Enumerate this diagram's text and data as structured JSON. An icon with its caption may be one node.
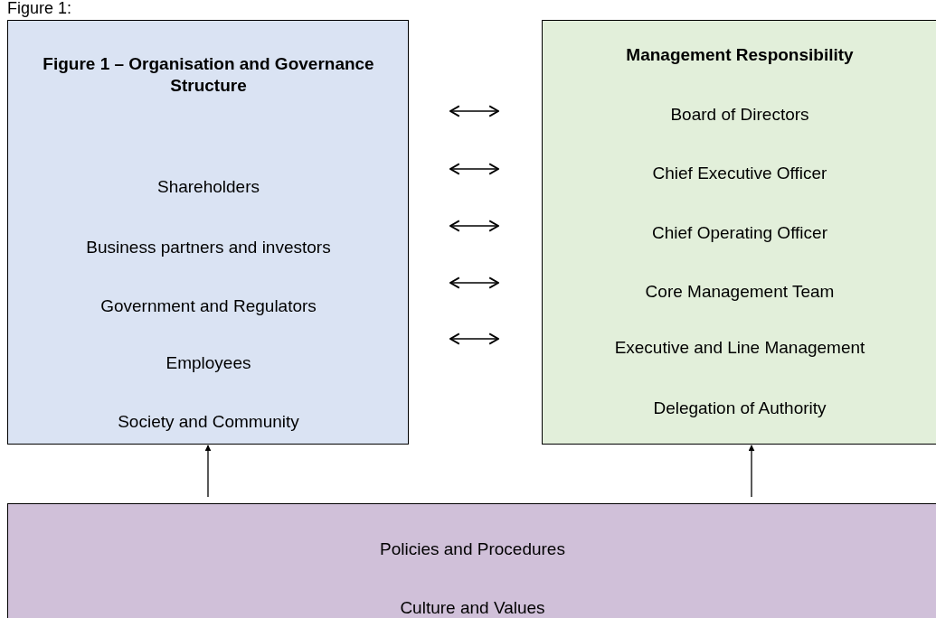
{
  "diagram": {
    "nodes": [
      {
        "text": [
          "Figure 1 – Organisation and Governance Structure",
          "Shareholders",
          "Business partners and investors",
          "Government and Regulators",
          "Employees",
          "Society and Community"
        ]
      },
      {
        "text": [
          "Management Responsibility",
          "Board of Directors",
          "Chief Executive Officer",
          "Chief Operating Officer",
          "Core Management Team",
          "Executive and Line Management",
          "Delegation of Authority"
        ]
      },
      {
        "text": [
          "Policies and Procedures",
          "Culture and Values"
        ]
      }
    ],
    "edges": [
      {
        "from": 0,
        "to": 1,
        "arrow": "both"
      },
      {
        "from": 0,
        "to": 1,
        "arrow": "both"
      },
      {
        "from": 0,
        "to": 1,
        "arrow": "both"
      },
      {
        "from": 0,
        "to": 1,
        "arrow": "both"
      },
      {
        "from": 0,
        "to": 1,
        "arrow": "both"
      },
      {
        "from": 2,
        "to": 0,
        "arrow": "to"
      },
      {
        "from": 2,
        "to": 1,
        "arrow": "to"
      }
    ],
    "labels": [
      "Figure 1:"
    ]
  }
}
